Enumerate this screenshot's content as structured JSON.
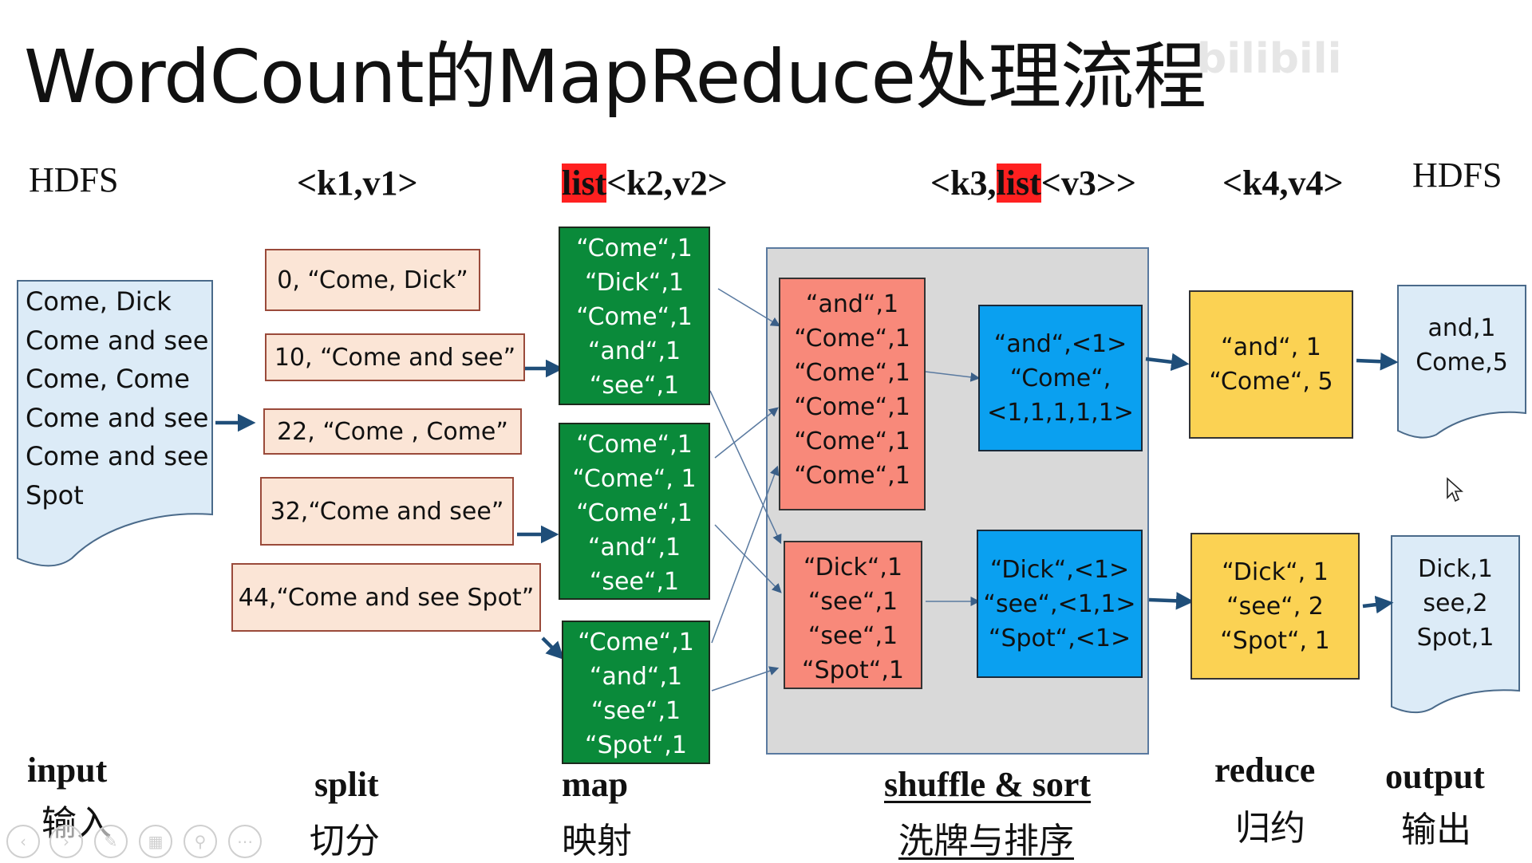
{
  "title": "WordCount的MapReduce处理流程",
  "watermark": "bilibili",
  "headers": {
    "hdfs_in": "HDFS",
    "k1v1": "<k1,v1>",
    "list1": "list",
    "k2v2": "<k2,v2>",
    "k3_prefix": "<k3,",
    "list2": "list",
    "v3_suffix": "<v3>>",
    "k4v4": "<k4,v4>",
    "hdfs_out": "HDFS"
  },
  "input_doc": [
    "Come, Dick",
    "Come and see",
    "Come, Come",
    "Come and see",
    "Come and see",
    "Spot"
  ],
  "splits": [
    "0,  “Come, Dick”",
    "10,  “Come and see”",
    "22,  “Come , Come”",
    "32,“Come and see”",
    "44,“Come and see Spot”"
  ],
  "map_boxes": [
    [
      "“Come“,1",
      "“Dick“,1",
      "“Come“,1",
      "“and“,1",
      "“see“,1"
    ],
    [
      "“Come“,1",
      "“Come“, 1",
      "“Come“,1",
      "“and“,1",
      "“see“,1"
    ],
    [
      "“Come“,1",
      "“and“,1",
      "“see“,1",
      "“Spot“,1"
    ]
  ],
  "shuffle_boxes": [
    [
      "“and“,1",
      "“Come“,1",
      "“Come“,1",
      "“Come“,1",
      "“Come“,1",
      "“Come“,1"
    ],
    [
      "“Dick“,1",
      "“see“,1",
      "“see“,1",
      "“Spot“,1"
    ]
  ],
  "grouped_boxes": [
    [
      "“and“,<1>",
      "“Come“,",
      "<1,1,1,1,1>"
    ],
    [
      "“Dick“,<1>",
      "“see“,<1,1>",
      "“Spot“,<1>"
    ]
  ],
  "reduce_boxes": [
    [
      "“and“, 1",
      "“Come“, 5"
    ],
    [
      "“Dick“, 1",
      "“see“, 2",
      "“Spot“, 1"
    ]
  ],
  "output_docs": [
    [
      "and,1",
      "Come,5"
    ],
    [
      "Dick,1",
      "see,2",
      "Spot,1"
    ]
  ],
  "stages": {
    "input_en": "input",
    "input_zh": "输入",
    "split_en": "split",
    "split_zh": "切分",
    "map_en": "map",
    "map_zh": "映射",
    "shuffle_en": "shuffle & sort",
    "shuffle_zh": "洗牌与排序",
    "reduce_en": "reduce",
    "reduce_zh": "归约",
    "output_en": "output",
    "output_zh": "输出"
  },
  "colors": {
    "split_fill": "#fbe5d6",
    "map_fill": "#0a8a3a",
    "shuffle_fill": "#f8897a",
    "group_fill": "#0aa0f0",
    "reduce_fill": "#fbd253",
    "doc_fill": "#dcebf7",
    "highlight": "#ff2020",
    "arrow": "#1f4e79"
  },
  "player_controls": [
    "prev-icon",
    "next-icon",
    "pen-icon",
    "slides-icon",
    "zoom-icon",
    "more-icon"
  ]
}
